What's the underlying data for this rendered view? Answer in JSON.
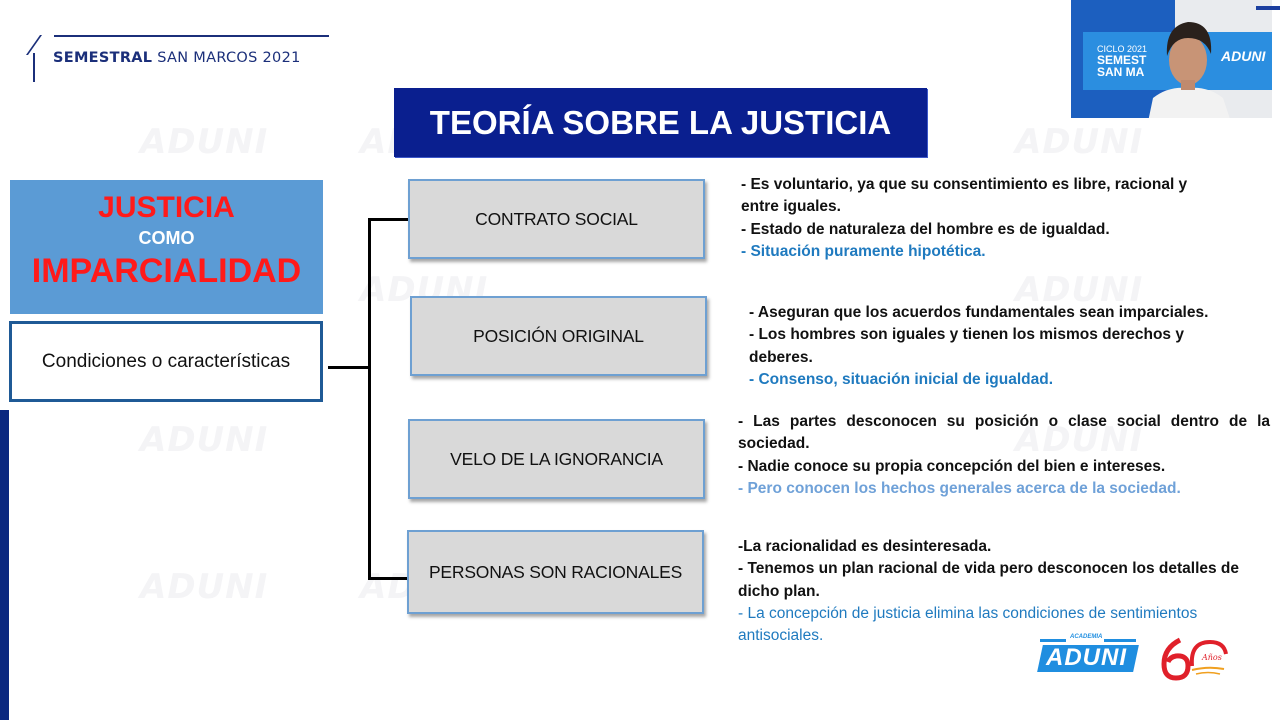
{
  "header": {
    "brand_bold": "SEMESTRAL",
    "brand_rest": " SAN MARCOS 2021"
  },
  "slide": {
    "title": "TEORÍA SOBRE LA JUSTICIA",
    "left_box": {
      "line1": "JUSTICIA",
      "line2": "COMO",
      "line3": "IMPARCIALIDAD"
    },
    "conditions_label": "Condiciones o características",
    "nodes": [
      {
        "label": "CONTRATO SOCIAL",
        "points": [
          {
            "text": "- Es voluntario, ya que su consentimiento es libre, racional y entre iguales.",
            "color": "black"
          },
          {
            "text": "- Estado de naturaleza del hombre es de igualdad.",
            "color": "black"
          },
          {
            "text": "- Situación puramente hipotética.",
            "color": "blue"
          }
        ]
      },
      {
        "label": "POSICIÓN ORIGINAL",
        "points": [
          {
            "text": "- Aseguran que los acuerdos fundamentales sean imparciales.",
            "color": "black"
          },
          {
            "text": "- Los hombres son iguales y tienen los mismos derechos y deberes.",
            "color": "black"
          },
          {
            "text": "- Consenso, situación inicial de igualdad.",
            "color": "blue"
          }
        ]
      },
      {
        "label": "VELO DE LA IGNORANCIA",
        "points": [
          {
            "text": "- Las partes desconocen su posición o clase social dentro de la sociedad.",
            "color": "black"
          },
          {
            "text": "- Nadie conoce su propia concepción del bien e intereses.",
            "color": "black"
          },
          {
            "text": "- Pero conocen los hechos generales acerca de la sociedad.",
            "color": "light-blue"
          }
        ]
      },
      {
        "label": "PERSONAS SON RACIONALES",
        "points": [
          {
            "text": "-La racionalidad es desinteresada.",
            "color": "black"
          },
          {
            "text": "- Tenemos un plan racional de vida pero desconocen los detalles de dicho plan.",
            "color": "black"
          },
          {
            "text": "- La concepción de justicia elimina las condiciones de sentimientos antisociales.",
            "color": "blue"
          }
        ]
      }
    ],
    "watermark": "ADUNI"
  },
  "webcam": {
    "ciclo": "CICLO 2021",
    "line1": "SEMEST",
    "line2": "SAN MA",
    "brand": "ADUNI"
  },
  "footer_logos": {
    "aduni_top": "ACADEMIA",
    "aduni_word": "ADUNI",
    "anniversary": "60",
    "anniversary_sub": "Años"
  },
  "colors": {
    "title_bg": "#0a1f8f",
    "left_box_bg": "#5b9bd5",
    "accent_red": "#ff1a1a",
    "node_bg": "#d9d9d9",
    "node_border": "#6ea0d2",
    "text_blue": "#1f7abf",
    "text_light_blue": "#6fa1d8",
    "header_navy": "#1b2f7a"
  }
}
